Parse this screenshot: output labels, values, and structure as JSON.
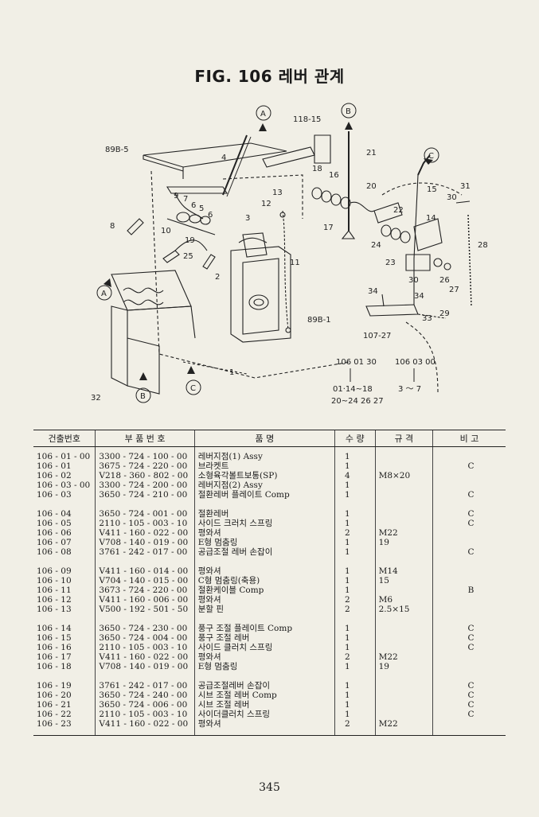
{
  "title": "FIG. 106 레버 관계",
  "diagram": {
    "callouts": [
      "A",
      "B",
      "C"
    ],
    "labels": [
      "89B-5",
      "118-15",
      "21",
      "18",
      "16",
      "4",
      "9",
      "7",
      "6",
      "5",
      "6",
      "8",
      "10",
      "19",
      "25",
      "12",
      "13",
      "3",
      "11",
      "2",
      "1",
      "32",
      "89B-1",
      "17",
      "20",
      "15",
      "22",
      "14",
      "24",
      "23",
      "30",
      "26",
      "27",
      "31",
      "30",
      "28",
      "34",
      "34",
      "33",
      "29",
      "107-27"
    ],
    "sub_groups": [
      {
        "code": "106 01 30",
        "range": "01·14~18",
        "range2": "20~24 26 27"
      },
      {
        "code": "106 03 00",
        "range": "3 ～ 7",
        "range2": ""
      }
    ]
  },
  "table": {
    "headers": [
      "건출번호",
      "부 품 번 호",
      "품          명",
      "수 량",
      "규    격",
      "비   고"
    ],
    "groups": [
      [
        [
          "106 - 01 - 00",
          "3300 - 724 - 100 - 00",
          "레버지점(1) Assy",
          "1",
          "",
          ""
        ],
        [
          "106 - 01",
          "3675 - 724 - 220 - 00",
          "브라켓트",
          "1",
          "",
          "C"
        ],
        [
          "106 - 02",
          "V218 - 360 - 802 - 00",
          "소형육각볼트보통(SP)",
          "4",
          "M8×20",
          ""
        ],
        [
          "106 - 03 - 00",
          "3300 - 724 - 200 - 00",
          "레버지점(2) Assy",
          "1",
          "",
          ""
        ],
        [
          "106 - 03",
          "3650 - 724 - 210 - 00",
          "절환레버 플레이트 Comp",
          "1",
          "",
          "C"
        ]
      ],
      [
        [
          "106 - 04",
          "3650 - 724 - 001 - 00",
          "절환레버",
          "1",
          "",
          "C"
        ],
        [
          "106 - 05",
          "2110 - 105 - 003 - 10",
          "사이드 크러치 스프링",
          "1",
          "",
          "C"
        ],
        [
          "106 - 06",
          "V411 - 160 - 022 - 00",
          "평와셔",
          "2",
          "M22",
          ""
        ],
        [
          "106 - 07",
          "V708 - 140 - 019 - 00",
          "E형 멈춤링",
          "1",
          "19",
          ""
        ],
        [
          "106 - 08",
          "3761 - 242 - 017 - 00",
          "공급조절 레버 손잡이",
          "1",
          "",
          "C"
        ]
      ],
      [
        [
          "106 - 09",
          "V411 - 160 - 014 - 00",
          "평와셔",
          "1",
          "M14",
          ""
        ],
        [
          "106 - 10",
          "V704 - 140 - 015 - 00",
          "C형 멈춤링(축용)",
          "1",
          "15",
          ""
        ],
        [
          "106 - 11",
          "3673 - 724 - 220 - 00",
          "절환케이블 Comp",
          "1",
          "",
          "B"
        ],
        [
          "106 - 12",
          "V411 - 160 - 006 - 00",
          "평와셔",
          "2",
          "M6",
          ""
        ],
        [
          "106 - 13",
          "V500 - 192 - 501 - 50",
          "분할 핀",
          "2",
          "2.5×15",
          ""
        ]
      ],
      [
        [
          "106 - 14",
          "3650 - 724 - 230 - 00",
          "풍구 조절 플레이트 Comp",
          "1",
          "",
          "C"
        ],
        [
          "106 - 15",
          "3650 - 724 - 004 - 00",
          "풍구 조절 레버",
          "1",
          "",
          "C"
        ],
        [
          "106 - 16",
          "2110 - 105 - 003 - 10",
          "사이드 클러치 스프링",
          "1",
          "",
          "C"
        ],
        [
          "106 - 17",
          "V411 - 160 - 022 - 00",
          "평와셔",
          "2",
          "M22",
          ""
        ],
        [
          "106 - 18",
          "V708 - 140 - 019 - 00",
          "E형 멈춤링",
          "1",
          "19",
          ""
        ]
      ],
      [
        [
          "106 - 19",
          "3761 - 242 - 017 - 00",
          "공급조절레버 손잡이",
          "1",
          "",
          "C"
        ],
        [
          "106 - 20",
          "3650 - 724 - 240 - 00",
          "시브 조절 레버 Comp",
          "1",
          "",
          "C"
        ],
        [
          "106 - 21",
          "3650 - 724 - 006 - 00",
          "시브 조절 레버",
          "1",
          "",
          "C"
        ],
        [
          "106 - 22",
          "2110 - 105 - 003 - 10",
          "사이더클러치 스프링",
          "1",
          "",
          "C"
        ],
        [
          "106 - 23",
          "V411 - 160 - 022 - 00",
          "평와셔",
          "2",
          "M22",
          ""
        ]
      ]
    ]
  },
  "page_number": "345"
}
